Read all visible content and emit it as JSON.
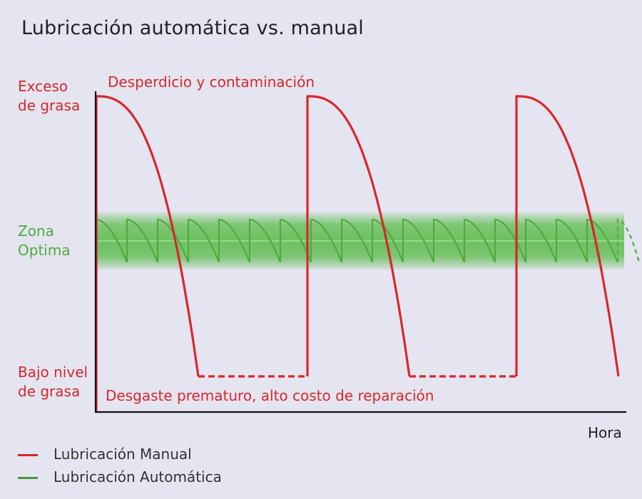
{
  "title": "Lubricación automática vs. manual",
  "y_labels": {
    "high_line1": "Exceso",
    "high_line2": "de grasa",
    "mid_line1": "Zona",
    "mid_line2": "Optima",
    "low_line1": "Bajo nivel",
    "low_line2": "de grasa"
  },
  "annotations": {
    "top": "Desperdicio y contaminación",
    "bottom": "Desgaste prematuro, alto costo de reparación"
  },
  "x_axis_label": "Hora",
  "legend": [
    {
      "label": "Lubricación Manual",
      "color": "#d9262c"
    },
    {
      "label": "Lubricación Automática",
      "color": "#3e9a35"
    }
  ],
  "colors": {
    "manual": "#d9262c",
    "automatic": "#4fab3e",
    "optimal_band": "#6cc05e",
    "axis": "#111111"
  },
  "diagram": {
    "manual_cycles": 3,
    "automatic_cycles": 17,
    "dashed_segment": "zero level between manual relubrications"
  }
}
